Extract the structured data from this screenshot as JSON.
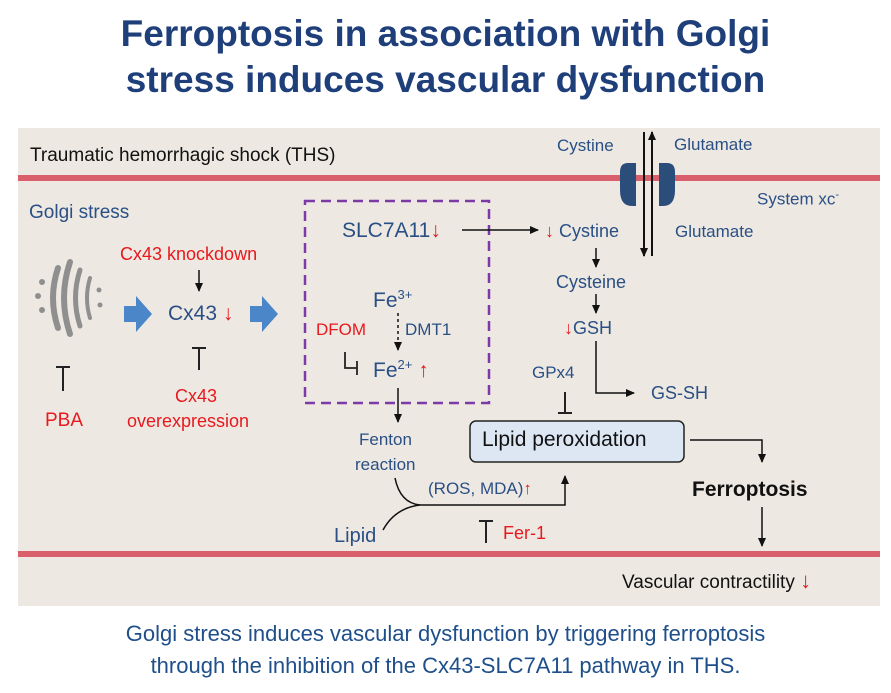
{
  "title": {
    "line1": "Ferroptosis in association with Golgi",
    "line2": "stress induces vascular dysfunction"
  },
  "diagram": {
    "ths": "Traumatic hemorrhagic shock (THS)",
    "golgi_stress": "Golgi stress",
    "pba": "PBA",
    "cx43_knockdown": "Cx43 knockdown",
    "cx43": "Cx43",
    "cx43_overexpression_1": "Cx43",
    "cx43_overexpression_2": "overexpression",
    "slc7a11": "SLC7A11",
    "fe3": "Fe",
    "fe3_sup": "3+",
    "fe2": "Fe",
    "fe2_sup": "2+",
    "dfom": "DFOM",
    "dmt1": "DMT1",
    "fenton_1": "Fenton",
    "fenton_2": "reaction",
    "lipid": "Lipid",
    "ros_mda": "(ROS, MDA)",
    "fer1": "Fer-1",
    "lipid_peroxidation": "Lipid peroxidation",
    "cystine_top": "Cystine",
    "glutamate_top": "Glutamate",
    "system_xc": "System xc",
    "system_xc_sup": "-",
    "cystine_in": "Cystine",
    "glutamate_in": "Glutamate",
    "cysteine": "Cysteine",
    "gsh": "GSH",
    "gpx4": "GPx4",
    "gs_sh": "GS-SH",
    "ferroptosis": "Ferroptosis",
    "vascular_contractility": "Vascular contractility",
    "down_arrow": "↓",
    "up_arrow": "↑"
  },
  "caption": {
    "line1": "Golgi stress induces vascular dysfunction by triggering ferroptosis",
    "line2": "through the inhibition of the Cx43-SLC7A11 pathway in THS."
  },
  "colors": {
    "title": "#1f3f7a",
    "label_blue": "#2a4f85",
    "red": "#e8181e",
    "membrane": "#d9606a",
    "panel": "#ede9e2",
    "box_fill": "#dde7f4",
    "dashed_box": "#7b3aa8",
    "block_arrow": "#4a86c8",
    "transporter": "#2b4d7a"
  },
  "icons": [
    "golgi-apparatus-icon",
    "transporter-icon"
  ]
}
